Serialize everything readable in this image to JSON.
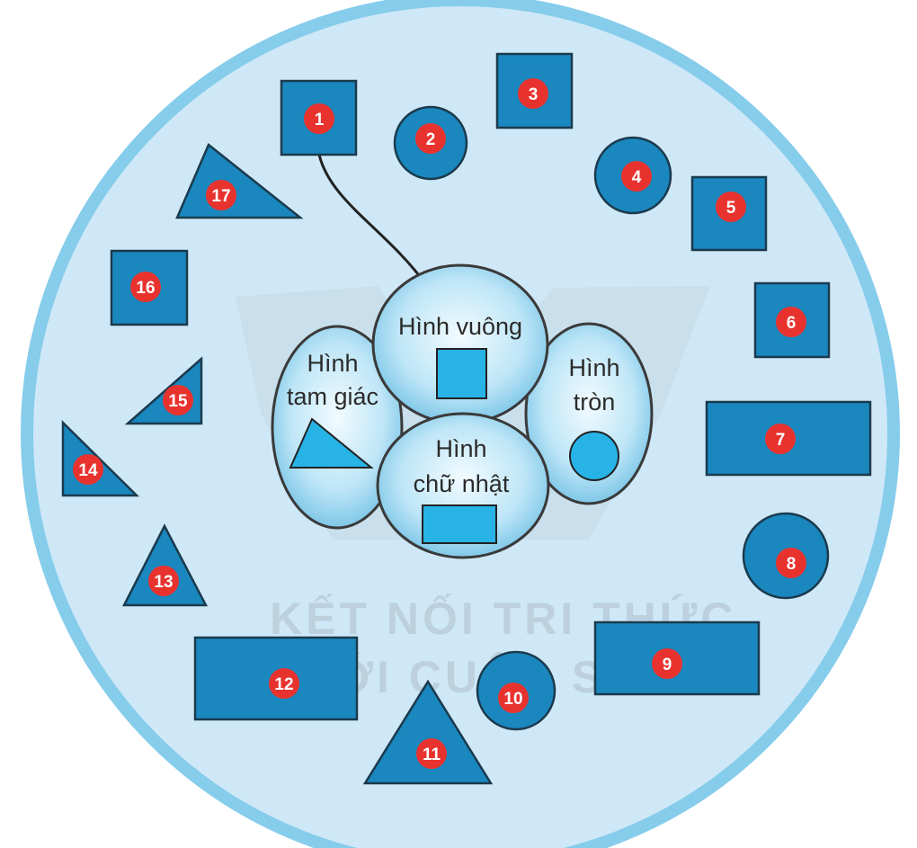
{
  "watermark": {
    "line1": "KẾT NỐI TRI THỨC",
    "line2": "VỚI CUỘC SỐNG"
  },
  "categories": {
    "square": [
      "Hình vuông"
    ],
    "triangle": [
      "Hình",
      "tam giác"
    ],
    "circle": [
      "Hình",
      "tròn"
    ],
    "rectangle": [
      "Hình",
      "chữ nhật"
    ]
  },
  "shapes": [
    {
      "id": "1",
      "type": "square"
    },
    {
      "id": "2",
      "type": "circle"
    },
    {
      "id": "3",
      "type": "square"
    },
    {
      "id": "4",
      "type": "circle"
    },
    {
      "id": "5",
      "type": "square"
    },
    {
      "id": "6",
      "type": "square"
    },
    {
      "id": "7",
      "type": "rectangle"
    },
    {
      "id": "8",
      "type": "circle"
    },
    {
      "id": "9",
      "type": "rectangle"
    },
    {
      "id": "10",
      "type": "circle"
    },
    {
      "id": "11",
      "type": "triangle"
    },
    {
      "id": "12",
      "type": "rectangle"
    },
    {
      "id": "13",
      "type": "triangle"
    },
    {
      "id": "14",
      "type": "triangle"
    },
    {
      "id": "15",
      "type": "triangle"
    },
    {
      "id": "16",
      "type": "square"
    },
    {
      "id": "17",
      "type": "triangle"
    }
  ],
  "colors": {
    "shape_fill": "#1a87bf",
    "badge": "#e8322e",
    "outer_circle": "#cfe8f7",
    "outer_ring": "#86cceb",
    "icon_fill": "#27b3e6"
  }
}
